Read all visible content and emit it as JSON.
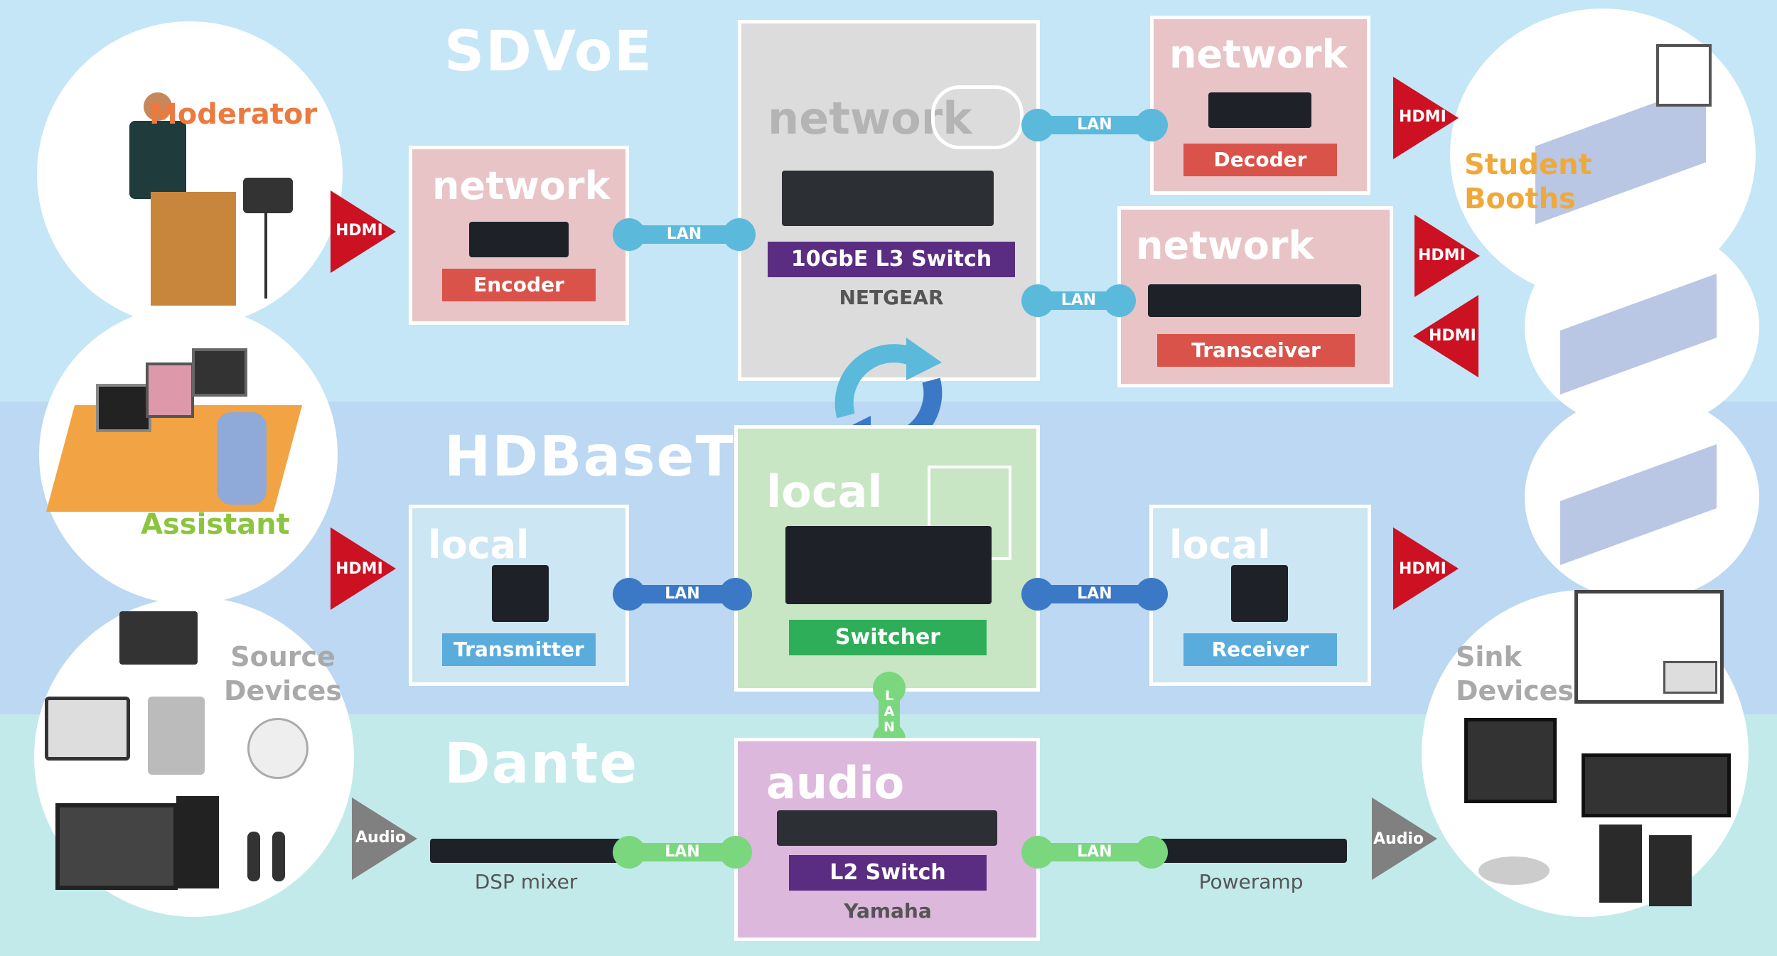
{
  "sections": {
    "sdvoe": "SDVoE",
    "hdbaset": "HDBaseT",
    "dante": "Dante"
  },
  "colors": {
    "band_sdvoe": "#c4e6f6",
    "band_hdbaset": "#bcd8f2",
    "band_dante": "#c2eaea",
    "network_box": "#e8c4c6",
    "network_core": "#dcdcdc",
    "local_box": "#cde6f4",
    "local_core": "#c8e6c4",
    "audio_box": "#dcb8dc",
    "red_tag": "#d9534a",
    "purple_tag": "#5a2d82",
    "blue_tag": "#5aacdc",
    "green_tag": "#2fae5a",
    "lan_sdvoe": "#5bb9dc",
    "lan_hdbaset": "#3b78c6",
    "lan_dante": "#7ad77e",
    "hdmi_red": "#cc1122",
    "audio_gray": "#808080"
  },
  "left": {
    "moderator": "Moderator",
    "assistant": "Assistant",
    "source_devices": "Source\nDevices"
  },
  "right": {
    "student_booths": "Student\nBooths",
    "sink_devices": "Sink\nDevices"
  },
  "boxes": {
    "encoder_box": {
      "label": "network",
      "tag": "Encoder"
    },
    "core_network": {
      "label": "network",
      "tag": "10GbE L3 Switch",
      "vendor": "NETGEAR"
    },
    "decoder_box": {
      "label": "network",
      "tag": "Decoder"
    },
    "transceiver_box": {
      "label": "network",
      "tag": "Transceiver"
    },
    "transmitter_box": {
      "label": "local",
      "tag": "Transmitter"
    },
    "core_local": {
      "label": "local",
      "tag": "Switcher"
    },
    "receiver_box": {
      "label": "local",
      "tag": "Receiver"
    },
    "core_audio": {
      "label": "audio",
      "tag": "L2 Switch",
      "vendor": "Yamaha"
    }
  },
  "devices": {
    "dsp": "DSP mixer",
    "poweramp": "Poweramp"
  },
  "connectors": {
    "lan": "LAN",
    "hdmi": "HDMI",
    "audio": "Audio"
  }
}
